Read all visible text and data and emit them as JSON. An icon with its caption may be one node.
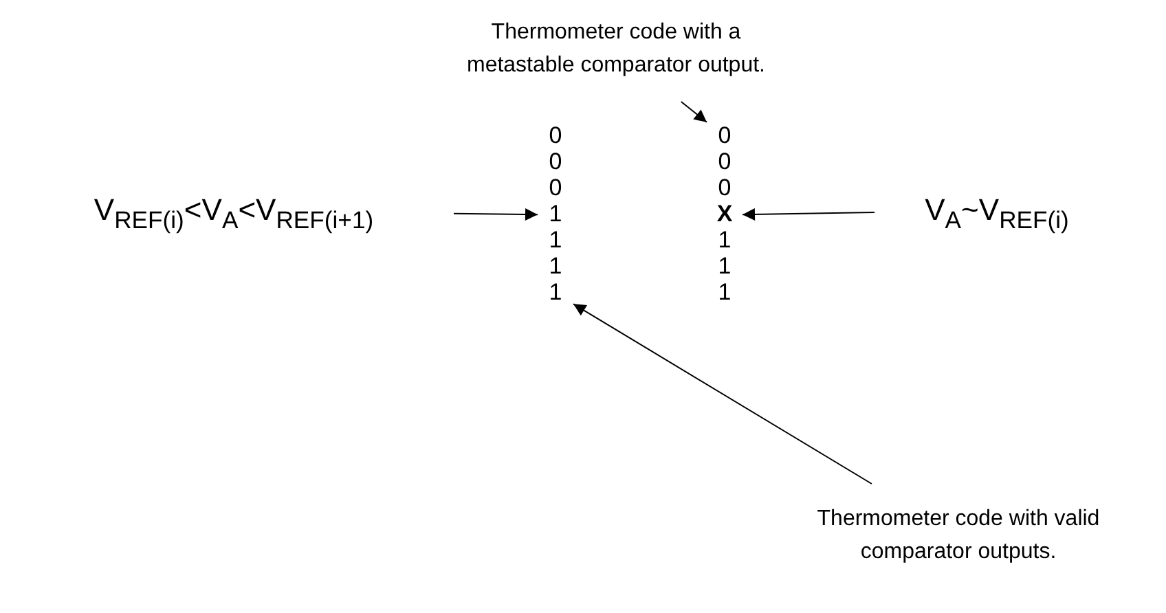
{
  "diagram": {
    "nodes": [
      {
        "text": [
          "Thermometer code with a metastable comparator output."
        ]
      },
      {
        "text": [
          "0"
        ]
      },
      {
        "text": [
          "0"
        ]
      },
      {
        "text": [
          "0"
        ]
      },
      {
        "text": [
          "1"
        ]
      },
      {
        "text": [
          "1"
        ]
      },
      {
        "text": [
          "1"
        ]
      },
      {
        "text": [
          "1"
        ]
      },
      {
        "text": [
          "0"
        ]
      },
      {
        "text": [
          "0"
        ]
      },
      {
        "text": [
          "0"
        ]
      },
      {
        "text": [
          "X"
        ]
      },
      {
        "text": [
          "1"
        ]
      },
      {
        "text": [
          "1"
        ]
      },
      {
        "text": [
          "1"
        ]
      },
      {
        "text": [
          "V$_{REF(i)}$<V$_{A}$<V$_{REF(i+1)}$"
        ]
      },
      {
        "text": [
          "V$_{A}$~V$_{REF(i)}$"
        ]
      },
      {
        "text": [
          "Thermometer code with valid comparator outputs."
        ]
      }
    ],
    "edges": [
      {
        "from": 0,
        "to": 8,
        "arrow": "to"
      },
      {
        "from": 15,
        "to": 4,
        "arrow": "to"
      },
      {
        "from": 16,
        "to": 11,
        "arrow": "to"
      },
      {
        "from": 17,
        "to": 7,
        "arrow": "to"
      }
    ]
  }
}
